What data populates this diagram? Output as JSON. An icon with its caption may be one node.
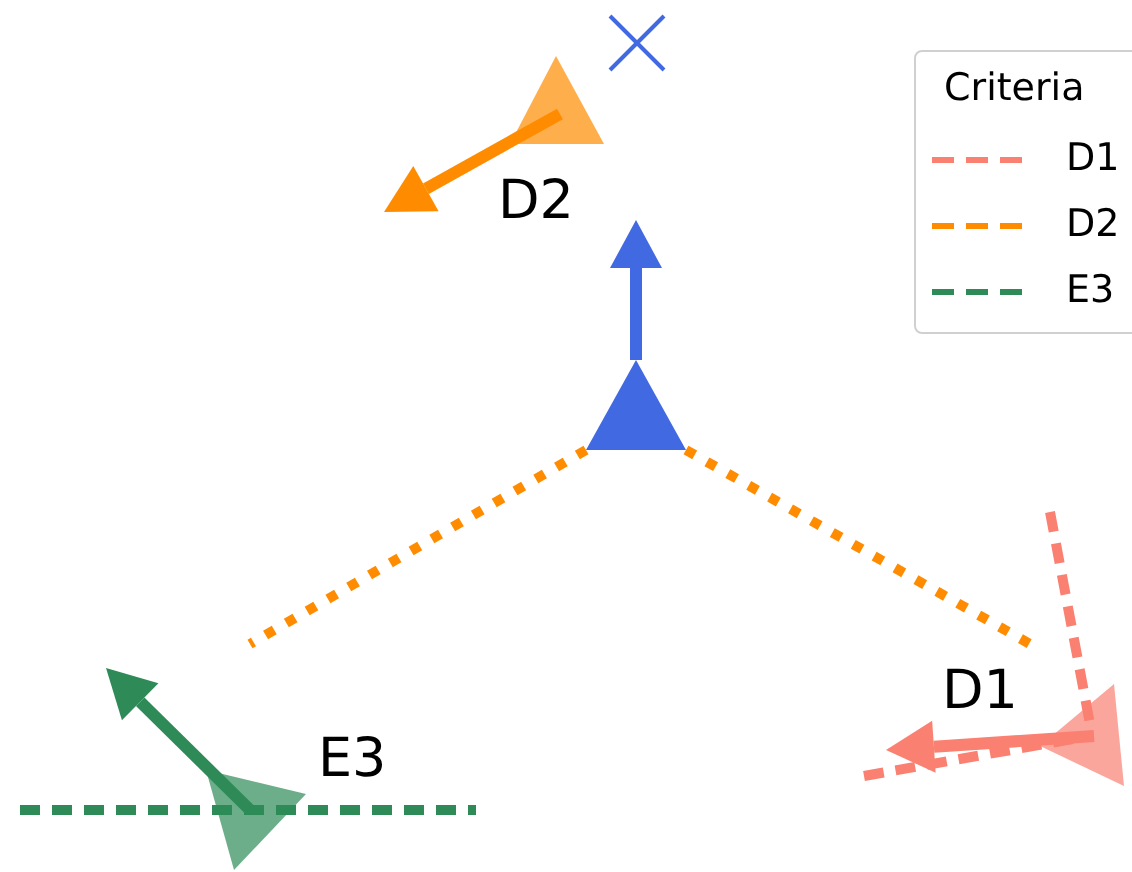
{
  "diagram": {
    "labels": [
      "Criteria",
      "D2",
      "D1",
      "E3"
    ],
    "legend": [
      {
        "text": "D1"
      },
      {
        "text": "D2"
      },
      {
        "text": "E3"
      }
    ]
  }
}
